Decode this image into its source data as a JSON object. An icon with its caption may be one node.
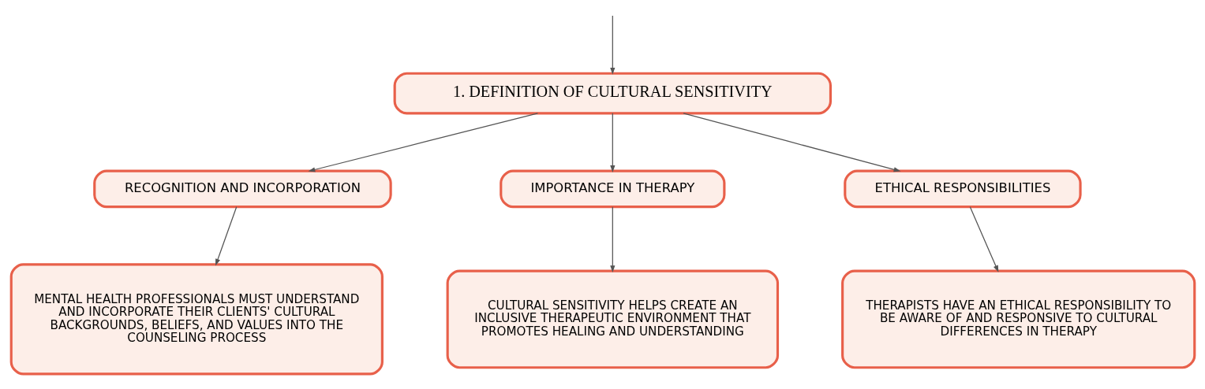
{
  "diagram": {
    "nodes": [
      {
        "text": [
          "1. DEFINITION OF CULTURAL SENSITIVITY"
        ]
      },
      {
        "text": [
          "RECOGNITION AND INCORPORATION"
        ]
      },
      {
        "text": [
          "IMPORTANCE IN THERAPY"
        ]
      },
      {
        "text": [
          "ETHICAL RESPONSIBILITIES"
        ]
      },
      {
        "text": [
          "MENTAL HEALTH PROFESSIONALS MUST UNDERSTAND AND INCORPORATE THEIR CLIENTS' CULTURAL BACKGROUNDS, BELIEFS, AND VALUES INTO THE COUNSELING PROCESS"
        ]
      },
      {
        "text": [
          "CULTURAL SENSITIVITY HELPS CREATE AN INCLUSIVE THERAPEUTIC ENVIRONMENT THAT PROMOTES HEALING AND UNDERSTANDING"
        ]
      },
      {
        "text": [
          "THERAPISTS HAVE AN ETHICAL RESPONSIBILITY TO BE AWARE OF AND RESPONSIVE TO CULTURAL DIFFERENCES IN THERAPY"
        ]
      }
    ],
    "edges": [
      {
        "from": null,
        "to": 0,
        "arrow": "to"
      },
      {
        "from": 0,
        "to": 1,
        "arrow": "to"
      },
      {
        "from": 0,
        "to": 2,
        "arrow": "to"
      },
      {
        "from": 0,
        "to": 3,
        "arrow": "to"
      },
      {
        "from": 1,
        "to": 4,
        "arrow": "to"
      },
      {
        "from": 2,
        "to": 5,
        "arrow": "to"
      },
      {
        "from": 3,
        "to": 6,
        "arrow": "to"
      }
    ]
  }
}
